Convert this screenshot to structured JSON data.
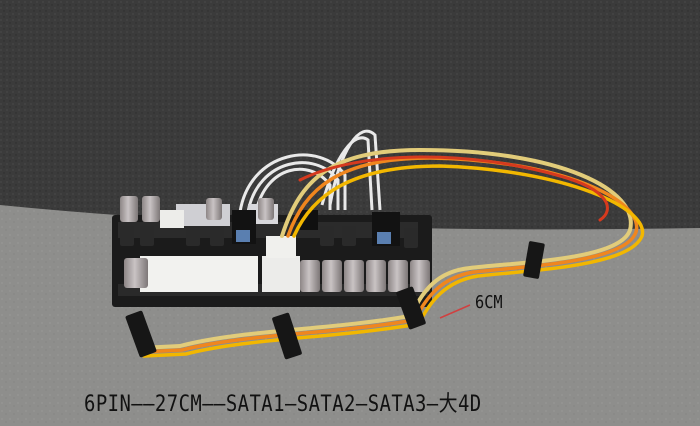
{
  "photo": {
    "subject": "pico-psu-power-board-with-cables",
    "colors": {
      "backdrop": "#3a3a3a",
      "table": "#8f8f8d",
      "board": "#1c1c1c",
      "wire_orange": "#f0851e",
      "wire_yellow": "#f2b700",
      "wire_red": "#d63a1e",
      "wire_white": "#ececec",
      "capacitor": "#a9a3a4"
    }
  },
  "labels": {
    "cable_length": "6CM",
    "caption": "6PIN——27CM——SATA1—SATA2—SATA3—大4D"
  }
}
